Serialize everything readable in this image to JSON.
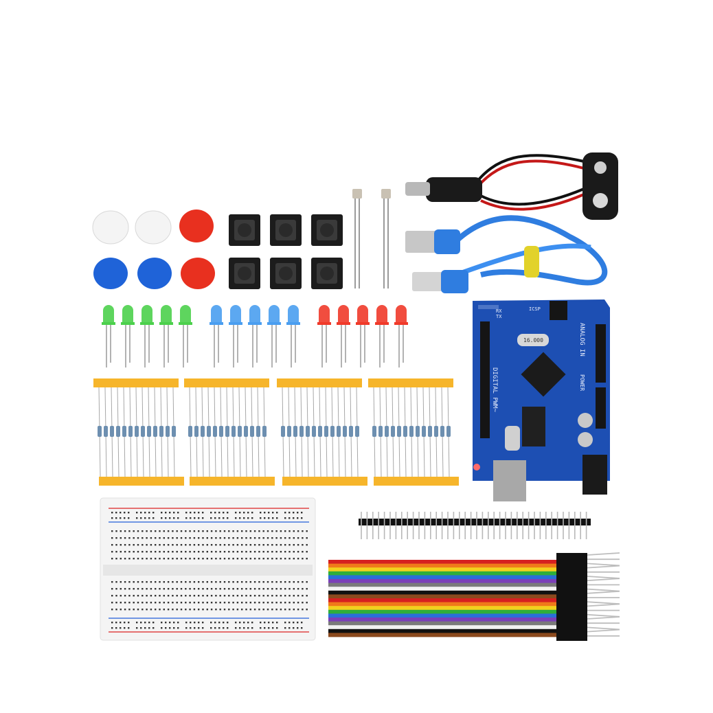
{
  "board": {
    "header_label_1": "DIGITAL PWM~",
    "header_label_2": "ANALOG IN",
    "header_label_3": "POWER",
    "crystal_label": "16.000",
    "tx_label": "TX",
    "rx_label": "RX",
    "icsp_label": "ICSP"
  },
  "colors": {
    "board_blue": "#1d4fb3",
    "cable_blue": "#2f7de0",
    "led_green": "#4cd04c",
    "led_blue": "#4a9ef0",
    "led_red": "#f03a2a",
    "cap_red": "#e8301f",
    "cap_blue": "#1f63d8",
    "cap_white": "#f4f4f4",
    "tape": "#f6b52b",
    "breadboard": "#f4f4f4"
  },
  "icons": {
    "battery_clip": "battery-clip-icon",
    "usb_cable": "usb-cable-icon",
    "arduino": "arduino-board-icon",
    "breadboard": "breadboard-icon",
    "jumper_wires": "jumper-wire-icon"
  }
}
